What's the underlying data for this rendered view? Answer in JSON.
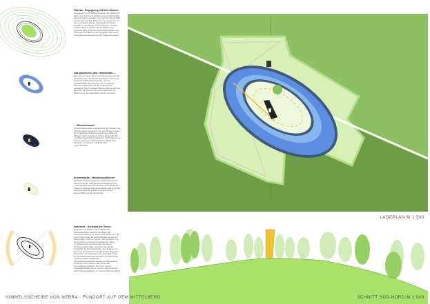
{
  "sections": [
    {
      "title": "Plateau - Begegnung mit dem Himmel",
      "body": "Das bereits nicht bewaldete Plateau des Mittelbergs bleibt eine Lichtung im Wald und wird als befestigter Himmelsplateau gestaltet. Von hier aus fällt der Blick auf den Himmel. Das Plateau ist der einzige Ort, an dem unmittelbar das auf der Scheibe zentralen Sinnbild mit den Bauten und Kultfiguren vermittelt werden können, ebenso wie die zeitliche und spirituelle Bedeutung. Eine Betonfläche bietet einen Sitzbereich mit Blick auf die Topografie. Die Sonne steht über dem Horizont und die Spitze des Hügels."
    },
    {
      "title": "Das bäuerliche Jahr- Himmelblau ...",
      "body": "Der Lauf der Sonne über den Himmel bestimmt das bäuerliche Jahr, die Zeit der Aussaat und der Ernte. Durch die wachsende Vegetation wird ein eigenständiger Ring erzeugt. Vor Ort wird der Himmel eingefangen und durch das Wasser gespiegelt. Durch Aussaat, Blüte und Ernte wird dem Besucher die Funktion der Himmelsscheibe zur Bestimmung des bäuerlichen Jahres vermittelt."
    },
    {
      "title": "... Sternenhimmel",
      "body": "Die Himmelsscheibe zeigt erstmals die Plejaden, die als Kalendersterne dienten. Auf dem Plateau werden die 32 goldenen Plättchen und die Sternbilder der Plejaden durch leuchtende Punkte dargestellt. Die Leuchtpunkte im Boden markieren die Positionen der Sterne und werden bei Dunkelheit sichtbar. Der Zeitpunkt von Aussaat und Ernte wird nachvollziehbar."
    },
    {
      "title": "Sonnenbarke - Himmelsschiffchen",
      "body": "Die Barke als kosmologisches Schiff bedeutet die Fahrt der Sonne zwischen Sonnenaufgang und -untergang über den Himmel. Eine große Barke als Objekt im Gelände. Die Sonnenbarke wird begehbar als Aussichtspunkt gestaltet und bietet einen anderen Blick auf die Landschaft."
    },
    {
      "title": "Horizonte - Kreislauf der Sonne",
      "body": "Die Enden der beiden Horizontbögen der Himmelsscheibe markieren die Daten der Sonnenwenden am 21. Juni und 21. Dezember. Mit einer Peilung über die Horizontbögen konnten die Jahreszeiten bestimmt werden. Die weitgehend an die vorhandene Topografie angelehnten Wege symbolisieren den Kreislauf der Sonne und verbinden gleichzeitig markante Orte wie die Fundstelle der Himmelsscheibe, den Zugang zum Turm und die Anbindung an das äußere Wegenetz. Sie werden in Anlehnung an die ehemalige Farbe der Himmelsscheibe als schwarzer Kupferschiefer mit Bronzeplatten hergestellt. Taschenlampenleuchten werden im Wegebereich der 82-83 Grad zwischen den Enden der Horizontbögen markiert. Der Turm und die Fundstelle werden am 21. Juni zur Sonnenwende durch Sonnenschiffchen von Sonnenlicht durchflutet."
    }
  ],
  "plan_label": "LAGEPLAN  M 1:500",
  "section_label": "SCHNITT SÜD-NORD  M 1:500",
  "footer_title": "HIMMELSSCHEIBE VON NEBRA  - FUNDORT AUF DEM MITTELBERG",
  "colors": {
    "meadow": "#8cc063",
    "meadow_dark": "#6f9c47",
    "plateau": "#d8f0b8",
    "water": "#5b8ee0",
    "section_ground": "#a8e26a",
    "tower": "#f1c232"
  }
}
